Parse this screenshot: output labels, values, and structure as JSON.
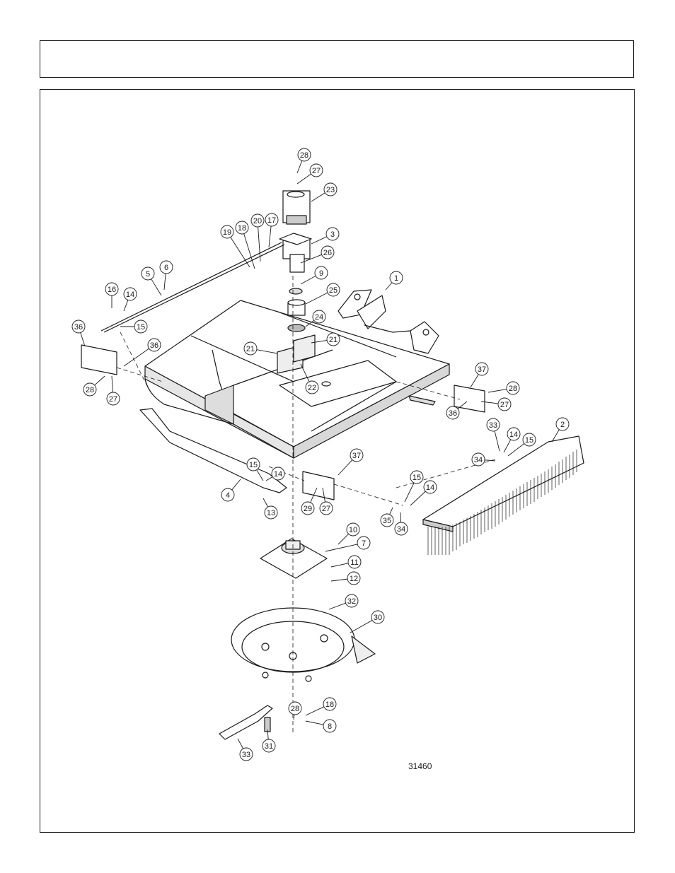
{
  "header": {
    "title": ""
  },
  "diagram": {
    "drawing_number": "31460",
    "callouts": [
      "1",
      "2",
      "3",
      "4",
      "5",
      "6",
      "7",
      "8",
      "9",
      "10",
      "11",
      "12",
      "13",
      "14",
      "14",
      "14",
      "14",
      "15",
      "15",
      "15",
      "15",
      "16",
      "17",
      "18",
      "18",
      "19",
      "20",
      "21",
      "21",
      "22",
      "23",
      "24",
      "25",
      "26",
      "27",
      "27",
      "27",
      "27",
      "28",
      "28",
      "28",
      "28",
      "29",
      "30",
      "31",
      "32",
      "33",
      "33",
      "34",
      "34",
      "35",
      "36",
      "36",
      "36",
      "37",
      "37"
    ]
  }
}
